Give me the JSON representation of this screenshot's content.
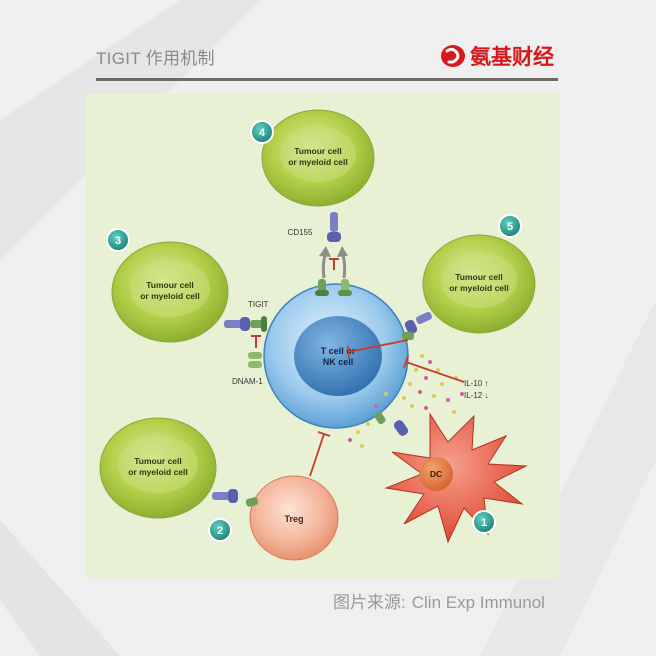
{
  "header": {
    "title": "TIGIT 作用机制",
    "brand_name": "氨基财经"
  },
  "figure": {
    "tumour_cell_line1": "Tumour cell",
    "tumour_cell_line2": "or myeloid cell",
    "t_cell_line1": "T cell or",
    "t_cell_line2": "NK cell",
    "treg_label": "Treg",
    "dc_label": "DC",
    "cd155_label": "CD155",
    "tigit_label": "TIGIT",
    "dnam_label": "DNAM-1",
    "il10_label": "IL-10 ↑",
    "il12_label": "IL-12 ↓",
    "step_numbers": [
      "1",
      "2",
      "3",
      "4",
      "5"
    ]
  },
  "source": {
    "prefix": "图片来源:",
    "name": "Clin Exp Immunol"
  },
  "colors": {
    "brand": "#d7191c",
    "panel": "#e8f1d4",
    "tumour": "#a8c93b",
    "t_cell": "#5aa6dc",
    "treg": "#f2a78a",
    "dc": "#e84a3a",
    "badge": "#2a9a8f",
    "inhibit": "#c83a2a"
  }
}
